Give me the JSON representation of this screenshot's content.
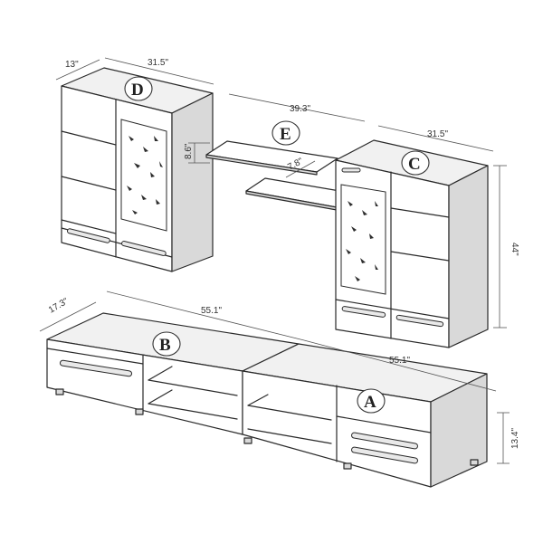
{
  "units": {
    "A": {
      "label": "A",
      "height": "13.4\"",
      "width": "55.1\""
    },
    "B": {
      "label": "B",
      "width": "55.1\"",
      "depth": "17.3\""
    },
    "C": {
      "label": "C",
      "width": "31.5\"",
      "height": "44\""
    },
    "D": {
      "label": "D",
      "width": "31.5\"",
      "depth": "13\""
    },
    "E": {
      "label": "E",
      "width": "39.3\"",
      "depth": "7.8\"",
      "height": "8.6\""
    }
  }
}
